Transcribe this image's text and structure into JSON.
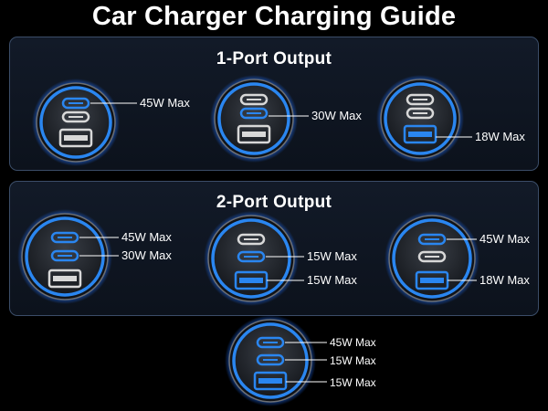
{
  "title": "Car Charger Charging Guide",
  "panels": [
    {
      "title": "1-Port Output"
    },
    {
      "title": "2-Port Output"
    }
  ],
  "colors": {
    "active": "#2a86f0",
    "idle": "#d8d8d8",
    "ring": "#1f6fe0",
    "bg": "#000000"
  },
  "icons": [
    "usb-c-port-icon",
    "usb-a-port-icon"
  ],
  "configs": [
    {
      "id": "c1-only",
      "active": [
        "c1"
      ],
      "labels": [
        "45W Max"
      ]
    },
    {
      "id": "c2-only",
      "active": [
        "c2"
      ],
      "labels": [
        "30W Max"
      ]
    },
    {
      "id": "a-only",
      "active": [
        "a"
      ],
      "labels": [
        "18W Max"
      ]
    },
    {
      "id": "c1-c2",
      "active": [
        "c1",
        "c2"
      ],
      "labels": [
        "45W Max",
        "30W Max"
      ]
    },
    {
      "id": "c2-a",
      "active": [
        "c2",
        "a"
      ],
      "labels": [
        "15W Max",
        "15W Max"
      ]
    },
    {
      "id": "c1-a",
      "active": [
        "c1",
        "a"
      ],
      "labels": [
        "45W Max",
        "18W Max"
      ]
    },
    {
      "id": "all-ports",
      "active": [
        "c1",
        "c2",
        "a"
      ],
      "labels": [
        "45W Max",
        "15W Max",
        "15W Max"
      ]
    }
  ]
}
